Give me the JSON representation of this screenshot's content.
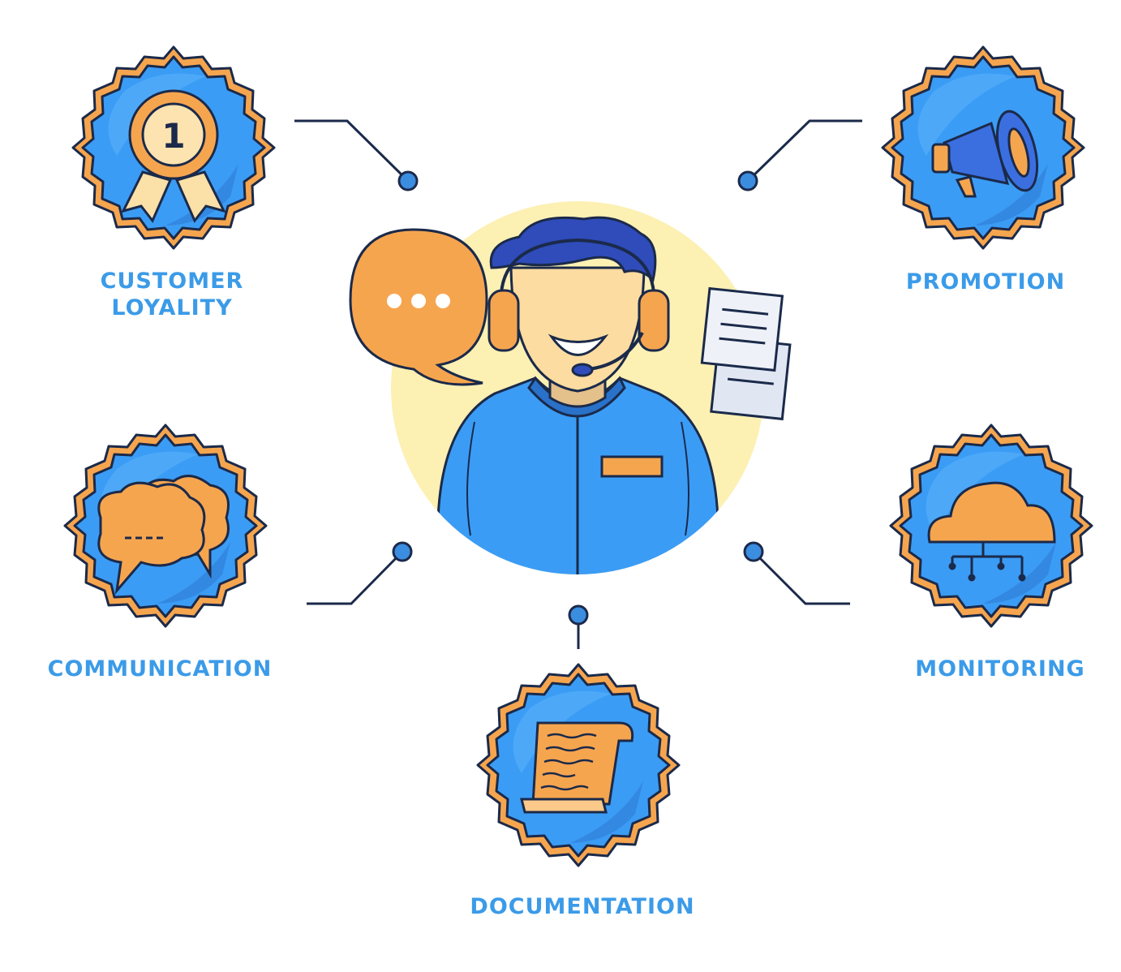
{
  "colors": {
    "blue": "#3b9cf5",
    "blue_dark": "#2a72c9",
    "navy": "#1b2a4a",
    "orange": "#f6a54f",
    "orange_light": "#fbc98a",
    "cream": "#fcf0b3",
    "label": "#3b9be8",
    "hair": "#2f4cba"
  },
  "center": {
    "name": "customer-support-agent",
    "chat_bubble_text": "..."
  },
  "nodes": [
    {
      "id": "customer-loyality",
      "lines": [
        "CUSTOMER",
        "LOYALITY"
      ],
      "icon": "award-ribbon-icon",
      "badge_number": "1"
    },
    {
      "id": "promotion",
      "lines": [
        "PROMOTION"
      ],
      "icon": "megaphone-icon"
    },
    {
      "id": "communication",
      "lines": [
        "COMMUNICATION"
      ],
      "icon": "speech-clouds-icon"
    },
    {
      "id": "monitoring",
      "lines": [
        "MONITORING"
      ],
      "icon": "cloud-network-icon"
    },
    {
      "id": "documentation",
      "lines": [
        "DOCUMENTATION"
      ],
      "icon": "scroll-document-icon"
    }
  ]
}
